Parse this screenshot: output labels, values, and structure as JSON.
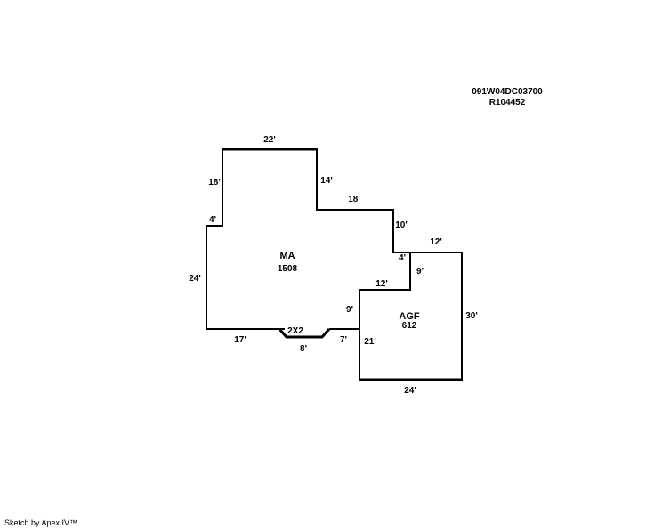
{
  "parcel": {
    "id": "091W04DC03700",
    "ref": "R104452"
  },
  "areas": {
    "ma": {
      "name": "MA",
      "sqft": "1508"
    },
    "agf": {
      "name": "AGF",
      "sqft": "612"
    }
  },
  "dimensions": {
    "ma_top": "22'",
    "ma_left_upper": "18'",
    "ma_step_right": "14'",
    "ma_mid_run": "18'",
    "ma_drop": "10'",
    "ma_left_jog": "4'",
    "ma_left_lower": "24'",
    "ma_bottom_left": "17'",
    "bump_label": "2X2",
    "bump_bottom": "8'",
    "ma_bottom_right": "7'",
    "ma_right_lower": "9'",
    "ma_notch_run": "12'",
    "ma_notch_jog": "4'",
    "ma_notch_drop": "9'",
    "agf_top": "12'",
    "agf_right": "30'",
    "agf_left": "21'",
    "agf_bottom": "24'"
  },
  "footer": "Sketch by Apex IV™",
  "colors": {
    "line": "#000000",
    "background": "#ffffff"
  }
}
